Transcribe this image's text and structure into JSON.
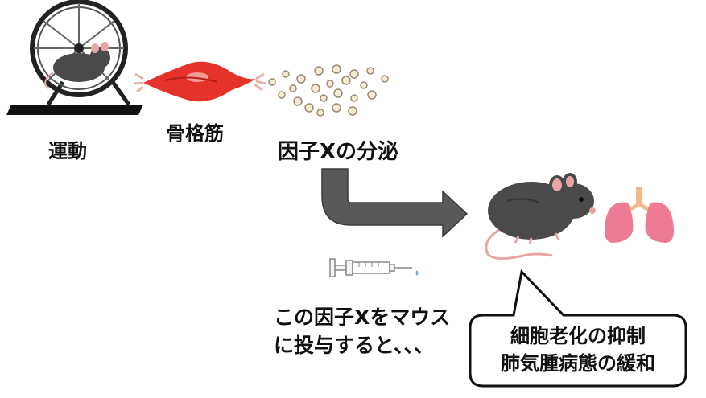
{
  "labels": {
    "exercise": "運動",
    "muscle": "骨格筋",
    "secretion": "因子Xの分泌",
    "administration_line1": "この因子Xをマウス",
    "administration_line2": "に投与すると、、、"
  },
  "result": {
    "line1": "細胞老化の抑制",
    "line2": "肺気腫病態の緩和"
  },
  "colors": {
    "arrow": "#595959",
    "muscle": "#e6332a",
    "lung": "#ee7b93",
    "mouse": "#4a4a4a",
    "particle_fill": "#f7ead2",
    "particle_stroke": "#9b8a72"
  },
  "icons": [
    "hamster-wheel-icon",
    "muscle-icon",
    "particles-icon",
    "arrow-icon",
    "syringe-icon",
    "mouse-icon",
    "lung-icon"
  ]
}
